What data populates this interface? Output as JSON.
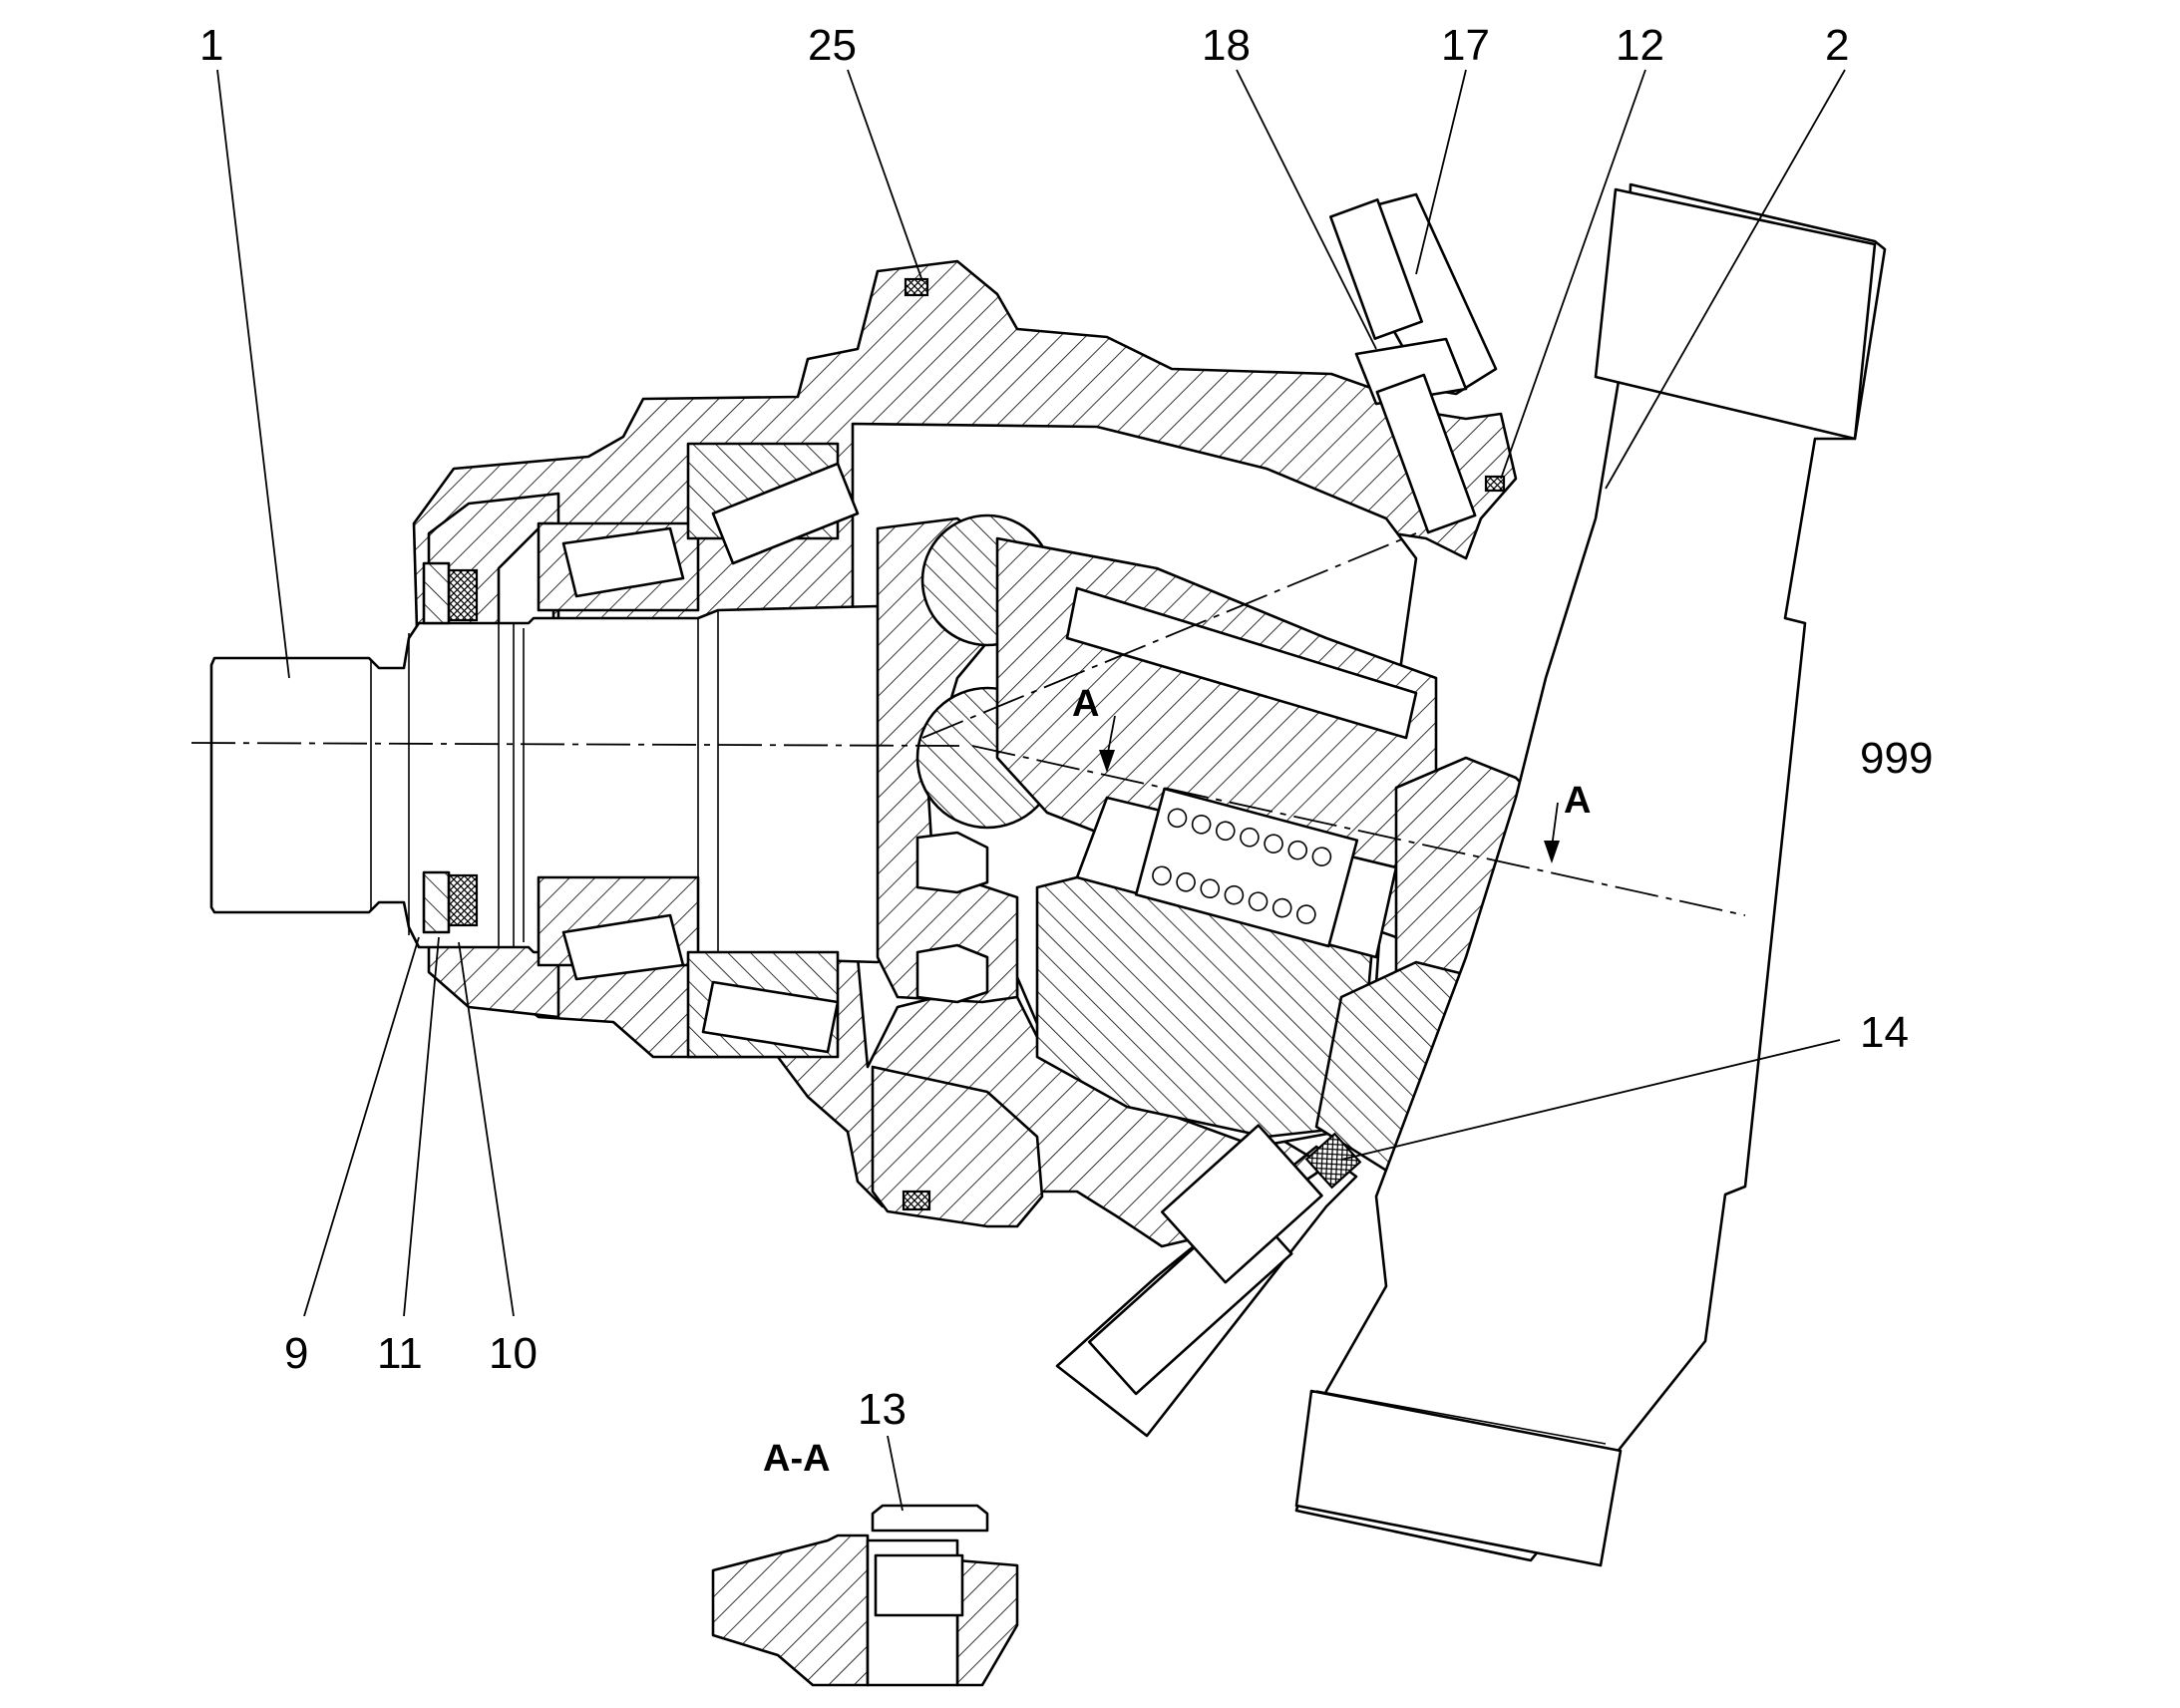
{
  "drawing": {
    "callouts": [
      "1",
      "25",
      "18",
      "17",
      "12",
      "2",
      "999",
      "14",
      "9",
      "11",
      "10",
      "13"
    ],
    "section_marker": "A",
    "section_view_label": "A-A"
  }
}
